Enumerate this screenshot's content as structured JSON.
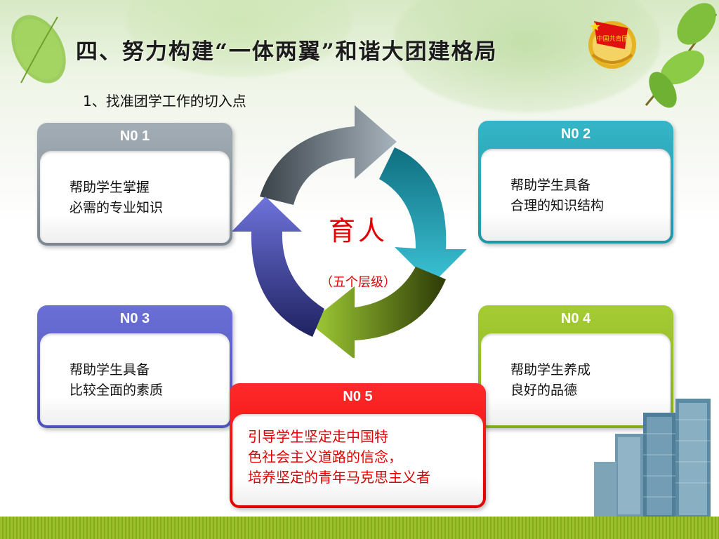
{
  "slide": {
    "title": "四、努力构建“一体两翼”和谐大团建格局",
    "subtitle": "1、找准团学工作的切入点"
  },
  "center": {
    "title": "育人",
    "subtitle": "（五个层级）"
  },
  "cards": [
    {
      "label": "N0 1",
      "lines": [
        "帮助学生掌握",
        "必需的专业知识"
      ],
      "color": "#8c969f"
    },
    {
      "label": "N0 2",
      "lines": [
        "帮助学生具备",
        "合理的知识结构"
      ],
      "color": "#27a6b8"
    },
    {
      "label": "N0 3",
      "lines": [
        "帮助学生具备",
        "比较全面的素质"
      ],
      "color": "#5a5fc8"
    },
    {
      "label": "N0 4",
      "lines": [
        "帮助学生养成",
        "良好的品德"
      ],
      "color": "#94bc26"
    },
    {
      "label": "N0 5",
      "lines": [
        "引导学生坚定走中国特",
        "色社会主义道路的信念，",
        "培养坚定的青年马克思主义者"
      ],
      "color": "#f00000"
    }
  ],
  "badge_text": "中国共青团",
  "colors": {
    "arrow_gray": "#5f6e78",
    "arrow_teal": "#1b95a8",
    "arrow_green": "#7bab1f",
    "arrow_blue": "#4a4fb8",
    "accent_red": "#e20000"
  }
}
